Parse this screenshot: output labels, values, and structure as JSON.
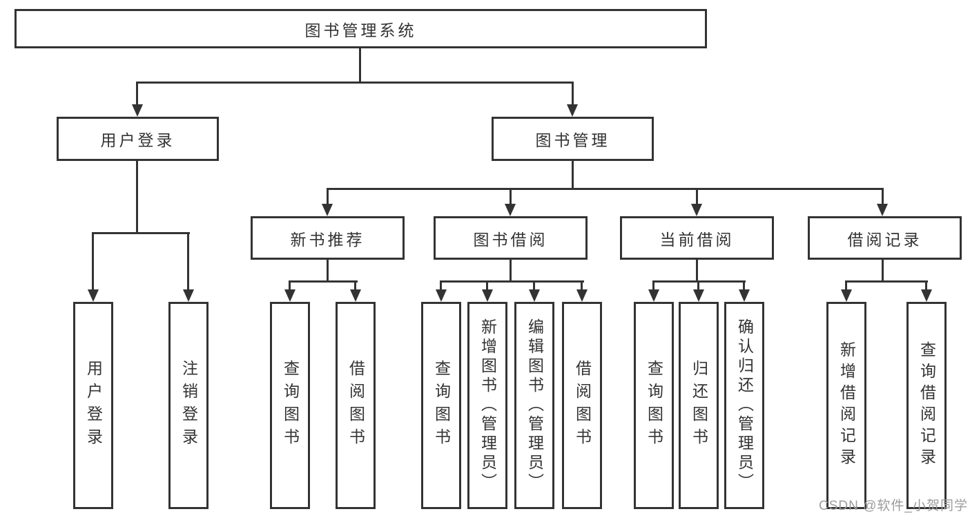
{
  "diagram": {
    "root": {
      "label": "图书管理系统"
    },
    "level2": [
      {
        "id": "user-login",
        "label": "用户登录"
      },
      {
        "id": "book-management",
        "label": "图书管理"
      }
    ],
    "level3": [
      {
        "id": "new-book-recommend",
        "label": "新书推荐"
      },
      {
        "id": "book-borrowing",
        "label": "图书借阅"
      },
      {
        "id": "current-borrowing",
        "label": "当前借阅"
      },
      {
        "id": "borrowing-records",
        "label": "借阅记录"
      }
    ],
    "leaves": [
      {
        "id": "user-login-leaf",
        "label": "用户登录"
      },
      {
        "id": "logout",
        "label": "注销登录"
      },
      {
        "id": "query-books-1",
        "label": "查询图书"
      },
      {
        "id": "borrow-books-1",
        "label": "借阅图书"
      },
      {
        "id": "query-books-2",
        "label": "查询图书"
      },
      {
        "id": "add-books-admin",
        "label": "新增图书（管理员）"
      },
      {
        "id": "edit-books-admin",
        "label": "编辑图书（管理员）"
      },
      {
        "id": "borrow-books-2",
        "label": "借阅图书"
      },
      {
        "id": "query-books-3",
        "label": "查询图书"
      },
      {
        "id": "return-books",
        "label": "归还图书"
      },
      {
        "id": "confirm-return-admin",
        "label": "确认归还（管理员）"
      },
      {
        "id": "add-borrow-record",
        "label": "新增借阅记录"
      },
      {
        "id": "query-borrow-record",
        "label": "查询借阅记录"
      }
    ],
    "watermark": "CSDN @软件_小贺同学",
    "colors": {
      "line": "#333333",
      "text": "#333333",
      "watermark": "#9c9c9c",
      "background": "#ffffff"
    }
  }
}
